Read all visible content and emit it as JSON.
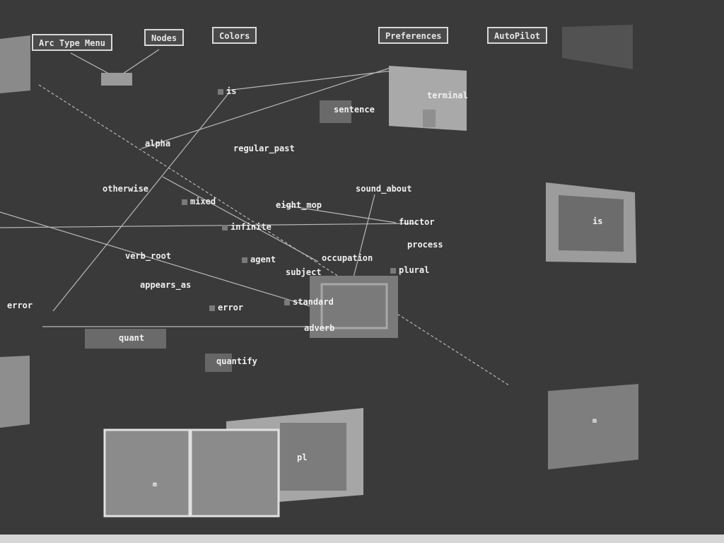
{
  "menus": {
    "arc_type": "Arc Type Menu",
    "nodes": "Nodes",
    "colors": "Colors",
    "preferences": "Preferences",
    "autopilot": "AutoPilot"
  },
  "nodes": {
    "is": "is",
    "sentence": "sentence",
    "terminal": "terminal",
    "alpha": "alpha",
    "regular_past": "regular_past",
    "otherwise": "otherwise",
    "sound_about": "sound_about",
    "mixed": "mixed",
    "eight_mop": "eight_mop",
    "functor": "functor",
    "infinite": "infinite",
    "process": "process",
    "verb_root": "verb_root",
    "agent": "agent",
    "occupation": "occupation",
    "plural": "plural",
    "subject": "subject",
    "appears_as": "appears_as",
    "error": "error",
    "standard": "standard",
    "adverb": "adverb",
    "quant": "quant",
    "quantify": "quantify"
  },
  "panels": {
    "is_frame": "is",
    "pl_frame": "pl",
    "small_frame_marker": "m",
    "card_left_marker": "m"
  },
  "colors": {
    "background": "#3a3a3a",
    "panel_light": "#9a9a9a",
    "panel_mid": "#7a7a7a",
    "line": "#d0d0d0"
  }
}
